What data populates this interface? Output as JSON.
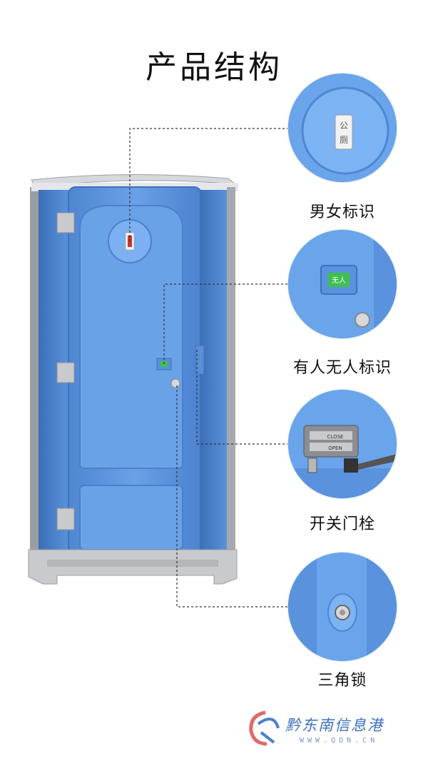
{
  "title": "产品结构",
  "features": [
    {
      "label": "男女标识"
    },
    {
      "label": "有人无人标识"
    },
    {
      "label": "开关门栓"
    },
    {
      "label": "三角锁"
    }
  ],
  "detail_text": {
    "gender_sign": "公\n厕",
    "occupancy_sign": "无人",
    "latch_top": "CLOSE",
    "latch_bottom": "OPEN"
  },
  "watermark": {
    "name": "黔东南信息港",
    "url": "WWW.QDN.CN"
  },
  "colors": {
    "body_blue": "#5b93dc",
    "frame_gray": "#b9bcc2",
    "base_gray": "#c8cace",
    "text": "#111111"
  }
}
